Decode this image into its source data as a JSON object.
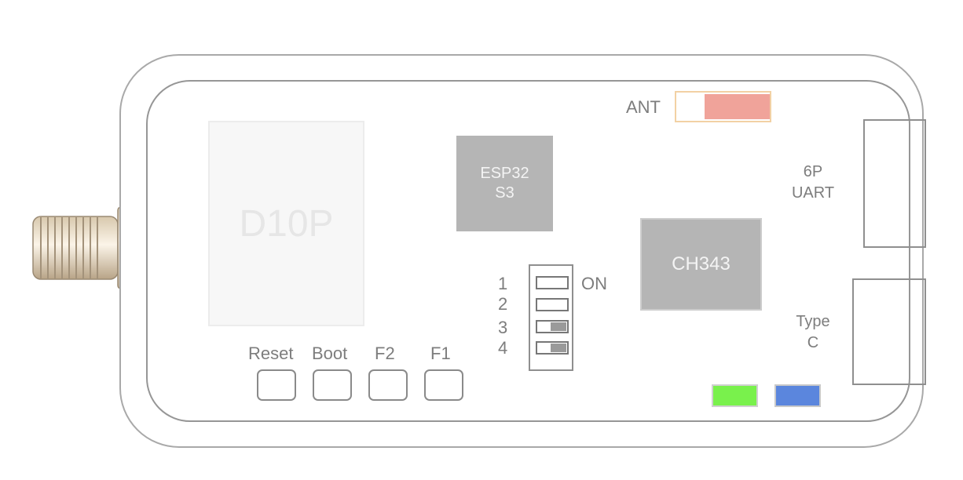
{
  "module": {
    "label": "D10P"
  },
  "chips": {
    "esp_line1": "ESP32",
    "esp_line2": "S3",
    "ch343": "CH343"
  },
  "ant": {
    "label": "ANT"
  },
  "ports": {
    "uart_line1": "6P",
    "uart_line2": "UART",
    "typec_line1": "Type",
    "typec_line2": "C"
  },
  "buttons": {
    "reset": "Reset",
    "boot": "Boot",
    "f2": "F2",
    "f1": "F1"
  },
  "dip_switch": {
    "on_label": "ON",
    "switches": [
      {
        "number": "1",
        "state": "on"
      },
      {
        "number": "2",
        "state": "on"
      },
      {
        "number": "3",
        "state": "off"
      },
      {
        "number": "4",
        "state": "off"
      }
    ]
  },
  "leds": {
    "led1_color": "#79f14c",
    "led2_color": "#5b86dd"
  },
  "colors": {
    "chip": "#b5b5b5",
    "ant_knob": "#f0a39a",
    "connector": "#e9dcc8"
  }
}
